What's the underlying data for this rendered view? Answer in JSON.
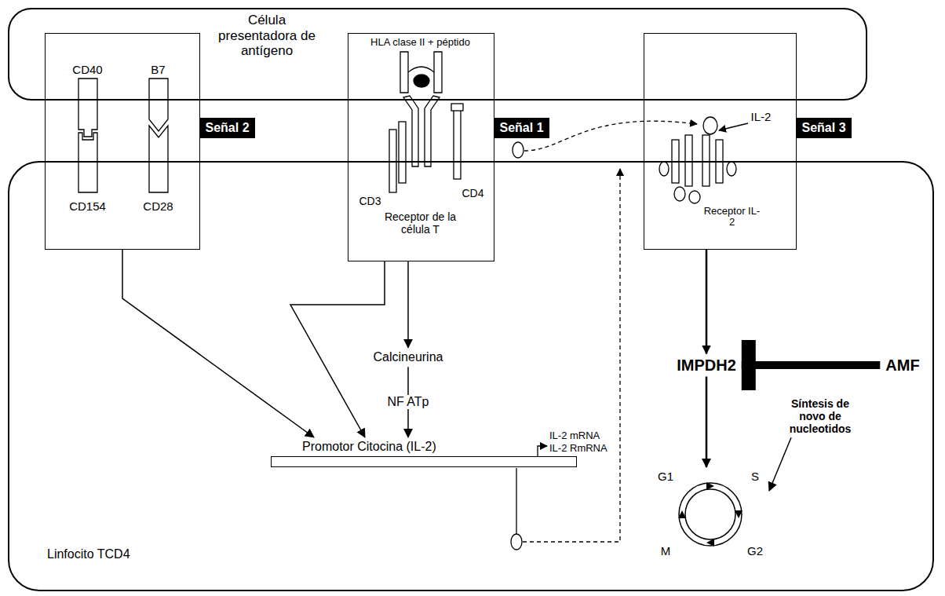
{
  "diagram": {
    "nodes": [
      {
        "text": [
          "Célula presentadora de antígeno"
        ]
      },
      {
        "text": [
          "Linfocito TCD4"
        ]
      },
      {
        "text": [
          "CD40",
          "B7",
          "CD154",
          "CD28",
          "Señal 2"
        ]
      },
      {
        "text": [
          "HLA clase II + péptido",
          "CD3",
          "CD4",
          "Receptor de la célula T",
          "Señal 1"
        ]
      },
      {
        "text": [
          "IL-2",
          "Receptor IL-2",
          "Señal 3"
        ]
      },
      {
        "text": [
          "Calcineurina"
        ],
        "in": 1
      },
      {
        "text": [
          "Promotor Citocina (IL-2)"
        ],
        "in": 1
      },
      {
        "text": [
          "IMPDH2"
        ],
        "in": 1
      },
      {
        "text": [
          "AMF"
        ],
        "in": 1
      },
      {
        "text": [
          "G1",
          "S",
          "G2",
          "M"
        ],
        "in": 1
      },
      {
        "text": [
          "Síntesis de novo de nucleotidos"
        ],
        "in": 1
      }
    ],
    "edges": [
      {
        "from": 2,
        "to": 6,
        "arrow": "to"
      },
      {
        "from": 3,
        "to": 6,
        "arrow": "to"
      },
      {
        "from": 3,
        "to": 5,
        "arrow": "to"
      },
      {
        "from": 5,
        "to": 6,
        "label": "NF ATp",
        "arrow": "to"
      },
      {
        "from": 4,
        "to": 7,
        "arrow": "to"
      },
      {
        "from": 8,
        "to": 7,
        "arrow": "none"
      },
      {
        "from": 7,
        "to": 9,
        "arrow": "to"
      },
      {
        "from": 10,
        "to": 9,
        "arrow": "to"
      }
    ],
    "labels": [
      "IL-2 mRNA",
      "IL-2 RmRNA"
    ]
  }
}
